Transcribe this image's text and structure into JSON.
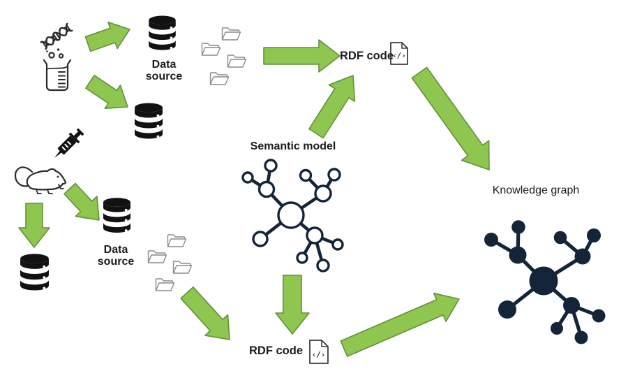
{
  "colors": {
    "arrow_fill": "#8EC64F",
    "arrow_stroke": "#61913B",
    "graph_navy": "#142539",
    "icon_black": "#121212",
    "folder_gray": "#8a8a8a",
    "text": "#1d1d1d",
    "background": "#ffffff"
  },
  "labels": {
    "data_source_top": "Data source",
    "data_source_bottom": "Data source",
    "semantic_model": "Semantic model",
    "knowledge_graph": "Knowledge graph",
    "rdf_code_top": "RDF code",
    "rdf_code_bottom": "RDF code",
    "code_file_glyph_top": "‹/›",
    "code_file_glyph_bottom": "‹/›"
  },
  "icons": [
    "dna-icon",
    "beaker-icon",
    "syringe-icon",
    "mouse-icon",
    "database-icon",
    "folder-icon",
    "code-file-icon",
    "semantic-model-graph-icon",
    "knowledge-graph-icon",
    "green-arrow"
  ],
  "flow": {
    "arrows": [
      {
        "from": "lab-experiment",
        "to": "data-source-1"
      },
      {
        "from": "lab-experiment",
        "to": "database-2"
      },
      {
        "from": "folders-top",
        "to": "rdf-code-top"
      },
      {
        "from": "semantic-model",
        "to": "rdf-code-top"
      },
      {
        "from": "rdf-code-top",
        "to": "knowledge-graph"
      },
      {
        "from": "mouse-experiment",
        "to": "database-5"
      },
      {
        "from": "mouse-experiment",
        "to": "data-source-2"
      },
      {
        "from": "folders-bottom",
        "to": "rdf-code-bottom"
      },
      {
        "from": "semantic-model",
        "to": "rdf-code-bottom"
      },
      {
        "from": "rdf-code-bottom",
        "to": "knowledge-graph"
      }
    ]
  }
}
